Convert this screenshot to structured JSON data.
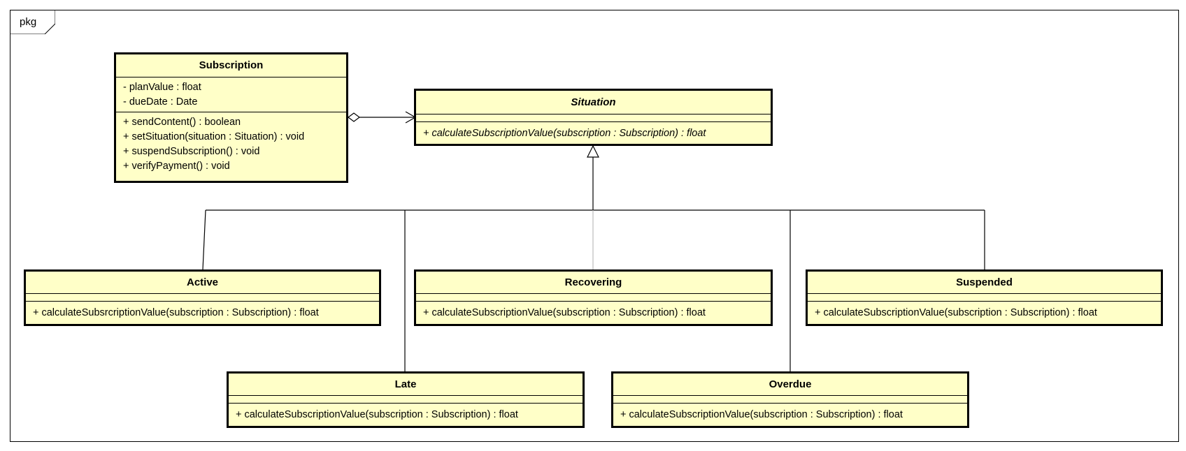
{
  "frame": {
    "label": "pkg"
  },
  "classes": {
    "subscription": {
      "name": "Subscription",
      "attributes": [
        "- planValue : float",
        "- dueDate : Date"
      ],
      "operations": [
        "+ sendContent() : boolean",
        "+ setSituation(situation : Situation) : void",
        "+ suspendSubscription() : void",
        "+ verifyPayment() : void"
      ]
    },
    "situation": {
      "name": "Situation",
      "abstract": true,
      "attributes": [],
      "operations": [
        "+ calculateSubscriptionValue(subscription : Subscription) : float"
      ]
    },
    "active": {
      "name": "Active",
      "attributes": [],
      "operations": [
        "+ calculateSubsrcriptionValue(subscription : Subscription) : float"
      ]
    },
    "recovering": {
      "name": "Recovering",
      "attributes": [],
      "operations": [
        "+ calculateSubscriptionValue(subscription : Subscription) : float"
      ]
    },
    "suspended": {
      "name": "Suspended",
      "attributes": [],
      "operations": [
        "+ calculateSubscriptionValue(subscription : Subscription) : float"
      ]
    },
    "late": {
      "name": "Late",
      "attributes": [],
      "operations": [
        "+ calculateSubscriptionValue(subscription : Subscription) : float"
      ]
    },
    "overdue": {
      "name": "Overdue",
      "attributes": [],
      "operations": [
        "+ calculateSubscriptionValue(subscription : Subscription) : float"
      ]
    }
  },
  "relations": [
    {
      "type": "aggregation",
      "from": "subscription",
      "to": "situation"
    },
    {
      "type": "generalization",
      "from": "active",
      "to": "situation"
    },
    {
      "type": "generalization",
      "from": "late",
      "to": "situation"
    },
    {
      "type": "generalization",
      "from": "recovering",
      "to": "situation"
    },
    {
      "type": "generalization",
      "from": "overdue",
      "to": "situation"
    },
    {
      "type": "generalization",
      "from": "suspended",
      "to": "situation"
    }
  ],
  "colors": {
    "class_fill": "#ffffc8",
    "line": "#000000",
    "faint_line": "#bbbbbb"
  }
}
